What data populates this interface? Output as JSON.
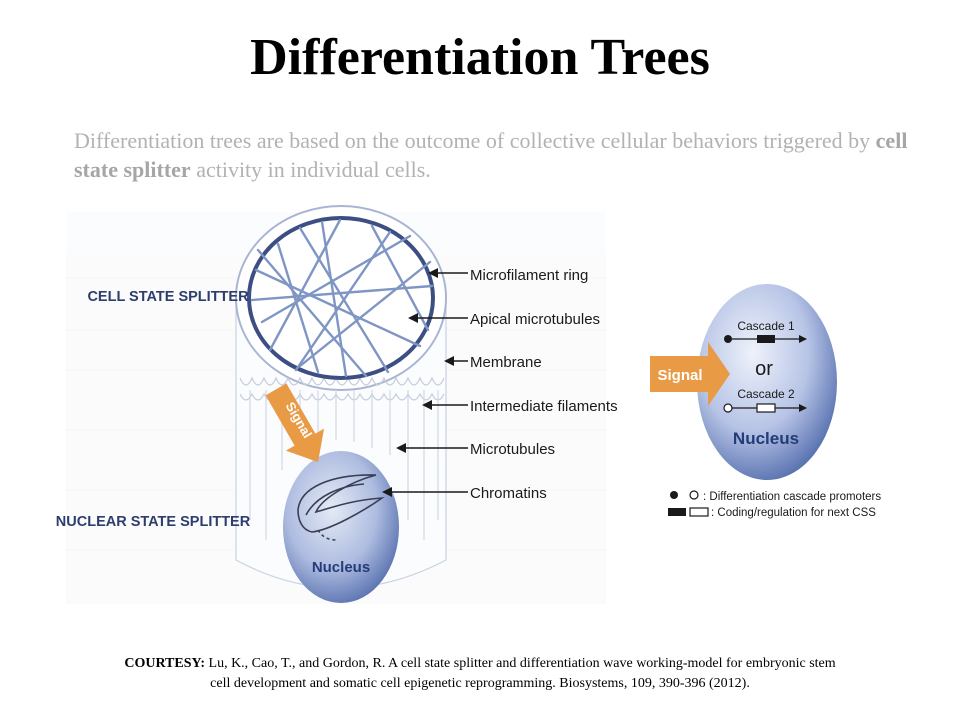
{
  "title": "Differentiation Trees",
  "subtitle": {
    "before": "Differentiation trees are based on the outcome of collective cellular behaviors triggered by ",
    "bold": "cell state splitter",
    "after": " activity in individual cells."
  },
  "left_diagram": {
    "cell_state_splitter": "CELL STATE SPLITTER",
    "nuclear_state_splitter": "NUCLEAR STATE SPLITTER",
    "signal": "Signal",
    "nucleus": "Nucleus",
    "labels": [
      "Microfilament ring",
      "Apical microtubules",
      "Membrane",
      "Intermediate filaments",
      "Microtubules",
      "Chromatins"
    ]
  },
  "right_diagram": {
    "signal": "Signal",
    "cascade1": "Cascade 1",
    "or": "or",
    "cascade2": "Cascade 2",
    "nucleus": "Nucleus",
    "legend_promoters": ": Differentiation cascade promoters",
    "legend_coding": ": Coding/regulation for next CSS"
  },
  "courtesy": {
    "label": "COURTESY:",
    "line1": " Lu, K., Cao, T., and Gordon, R.   A cell state splitter and differentiation wave working-model for embryonic stem",
    "line2": "cell development and somatic cell epigenetic reprogramming. Biosystems, 109, 390-396 (2012)."
  },
  "colors": {
    "ring": "#3d4f82",
    "strand": "#7f95c4",
    "arrow_orange": "#e89a45",
    "nucleus_dark": "#4b66a8",
    "nucleus_light": "#e4eaf5"
  }
}
